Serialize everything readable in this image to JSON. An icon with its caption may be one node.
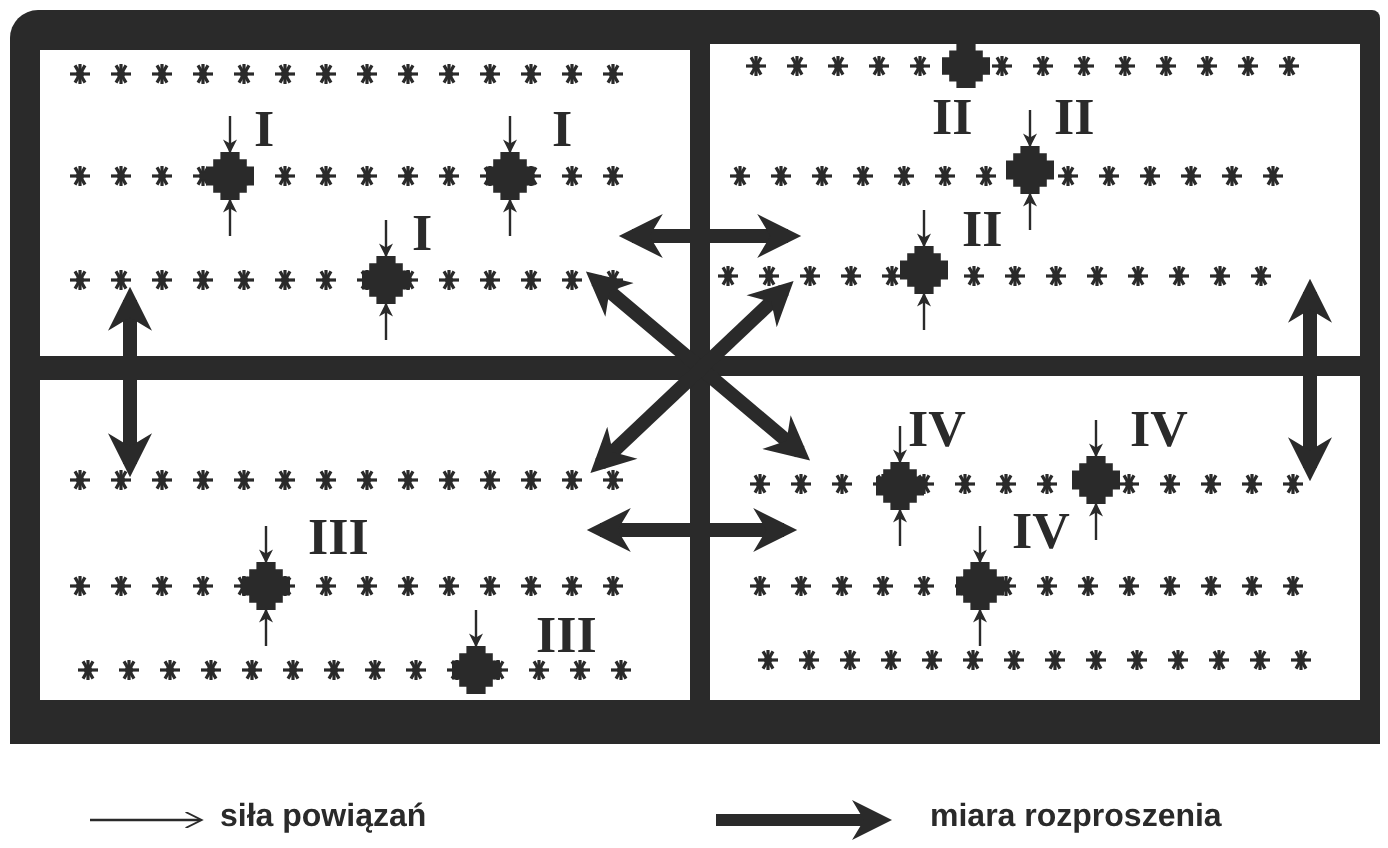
{
  "diagram": {
    "nodes": [
      {
        "text": [],
        "shape": "box"
      },
      {
        "text": [],
        "shape": "box",
        "in": 0,
        "beside": [
          "I"
        ]
      },
      {
        "text": [],
        "shape": "box",
        "in": 0,
        "beside": [
          "I"
        ]
      },
      {
        "text": [],
        "shape": "box",
        "in": 0,
        "beside": [
          "I"
        ]
      },
      {
        "text": [],
        "shape": "box"
      },
      {
        "text": [],
        "shape": "box",
        "in": 4,
        "beside": [
          "II"
        ]
      },
      {
        "text": [],
        "shape": "box",
        "in": 4,
        "beside": [
          "II"
        ]
      },
      {
        "text": [],
        "shape": "box",
        "in": 4,
        "beside": [
          "II"
        ]
      },
      {
        "text": [],
        "shape": "box"
      },
      {
        "text": [],
        "shape": "box",
        "in": 8,
        "beside": [
          "III"
        ]
      },
      {
        "text": [],
        "shape": "box",
        "in": 8,
        "beside": [
          "III"
        ]
      },
      {
        "text": [],
        "shape": "box"
      },
      {
        "text": [],
        "shape": "box",
        "in": 11,
        "beside": [
          "IV"
        ]
      },
      {
        "text": [],
        "shape": "box",
        "in": 11,
        "beside": [
          "IV"
        ]
      },
      {
        "text": [],
        "shape": "box",
        "in": 11,
        "beside": [
          "IV"
        ]
      }
    ],
    "edges": [
      {
        "from": 0,
        "to": 4,
        "arrow": "both",
        "style": "thick"
      },
      {
        "from": 0,
        "to": 8,
        "arrow": "both",
        "style": "thick"
      },
      {
        "from": 0,
        "to": 11,
        "arrow": "both",
        "style": "thick"
      },
      {
        "from": 4,
        "to": 8,
        "arrow": "both",
        "style": "thick"
      },
      {
        "from": 4,
        "to": 11,
        "arrow": "both",
        "style": "thick"
      },
      {
        "from": 8,
        "to": 11,
        "arrow": "both",
        "style": "thick"
      },
      {
        "from": null,
        "to": 1,
        "arrow": "to"
      },
      {
        "from": null,
        "to": 1,
        "arrow": "to"
      },
      {
        "from": null,
        "to": 2,
        "arrow": "to"
      },
      {
        "from": null,
        "to": 2,
        "arrow": "to"
      },
      {
        "from": null,
        "to": 3,
        "arrow": "to"
      },
      {
        "from": null,
        "to": 3,
        "arrow": "to"
      },
      {
        "from": null,
        "to": 6,
        "arrow": "to"
      },
      {
        "from": null,
        "to": 6,
        "arrow": "to"
      },
      {
        "from": null,
        "to": 7,
        "arrow": "to"
      },
      {
        "from": null,
        "to": 7,
        "arrow": "to"
      },
      {
        "from": null,
        "to": 9,
        "arrow": "to"
      },
      {
        "from": null,
        "to": 9,
        "arrow": "to"
      },
      {
        "from": null,
        "to": 10,
        "arrow": "to"
      },
      {
        "from": null,
        "to": 12,
        "arrow": "to"
      },
      {
        "from": null,
        "to": 12,
        "arrow": "to"
      },
      {
        "from": null,
        "to": 13,
        "arrow": "to"
      },
      {
        "from": null,
        "to": 13,
        "arrow": "to"
      },
      {
        "from": null,
        "to": 14,
        "arrow": "to"
      },
      {
        "from": null,
        "to": 14,
        "arrow": "to"
      }
    ],
    "legend": [
      {
        "text": "siła powiązań"
      },
      {
        "text": "miara rozproszenia"
      }
    ]
  }
}
